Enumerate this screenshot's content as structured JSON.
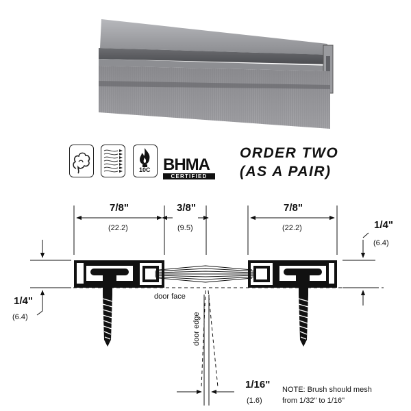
{
  "order": {
    "line1": "ORDER TWO",
    "line2": "(AS A PAIR)"
  },
  "icons": [
    {
      "name": "smoke-icon"
    },
    {
      "name": "draft-air-icon"
    },
    {
      "name": "fire-rating-icon",
      "label": "10C"
    },
    {
      "name": "bhma-certified-logo",
      "text": "BHMA",
      "subtext": "CERTIFIED"
    }
  ],
  "dimensions": {
    "left_width": {
      "fraction": "7/8\"",
      "metric": "(22.2)"
    },
    "center_gap": {
      "fraction": "3/8\"",
      "metric": "(9.5)"
    },
    "right_width": {
      "fraction": "7/8\"",
      "metric": "(22.2)"
    },
    "right_height": {
      "fraction": "1/4\"",
      "metric": "(6.4)"
    },
    "left_height": {
      "fraction": "1/4\"",
      "metric": "(6.4)"
    },
    "mesh_gap": {
      "fraction": "1/16\"",
      "metric": "(1.6)"
    }
  },
  "labels": {
    "door_face": "door face",
    "door_edge": "door edge"
  },
  "note": {
    "line1": "NOTE: Brush should mesh",
    "line2": "from 1/32\" to 1/16\""
  },
  "colors": {
    "aluminum": "#8f9094",
    "brush": "#9a9a9e",
    "profile": "#111111"
  }
}
